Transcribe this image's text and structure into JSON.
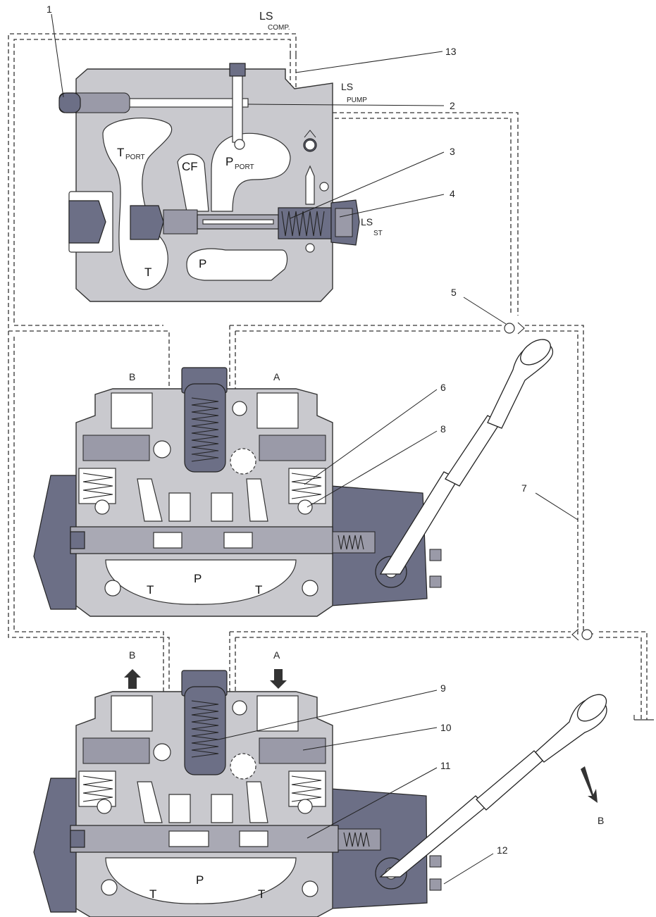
{
  "labels": {
    "ls_comp": "LS",
    "ls_comp_sub": "COMP.",
    "ls_pump": "LS",
    "ls_pump_sub": "PUMP",
    "ls_st": "LS",
    "ls_st_sub": "ST",
    "t_port": "T",
    "t_port_sub": "PORT",
    "p_port": "P",
    "p_port_sub": "PORT",
    "cf": "CF",
    "t": "T",
    "p": "P",
    "a": "A",
    "b": "B"
  },
  "callouts": {
    "n1": "1",
    "n2": "2",
    "n3": "3",
    "n4": "4",
    "n5": "5",
    "n6": "6",
    "n7": "7",
    "n8": "8",
    "n9": "9",
    "n10": "10",
    "n11": "11",
    "n12": "12",
    "n13": "13"
  },
  "colors": {
    "body": "#c9c9ce",
    "dark": "#6c6f86",
    "line": "#333333"
  }
}
